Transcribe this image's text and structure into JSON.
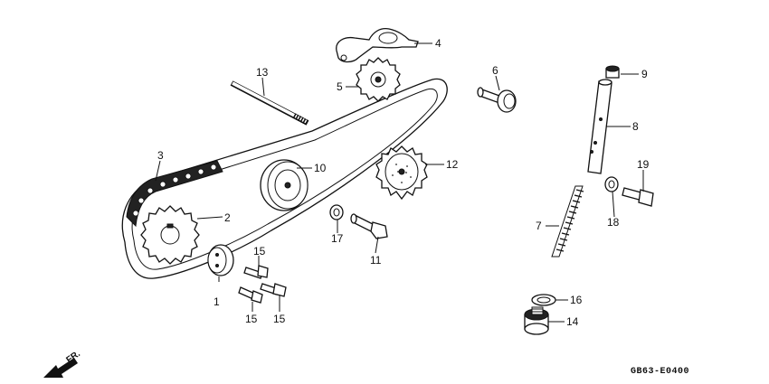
{
  "diagram_code": "GB63-E0400",
  "front_arrow_label": "FR.",
  "callouts": {
    "c1": "1",
    "c2": "2",
    "c3": "3",
    "c4": "4",
    "c5": "5",
    "c6": "6",
    "c7": "7",
    "c8": "8",
    "c9": "9",
    "c10": "10",
    "c11": "11",
    "c12": "12",
    "c13": "13",
    "c14": "14",
    "c15a": "15",
    "c15b": "15",
    "c15c": "15",
    "c16": "16",
    "c17": "17",
    "c18": "18",
    "c19": "19"
  }
}
